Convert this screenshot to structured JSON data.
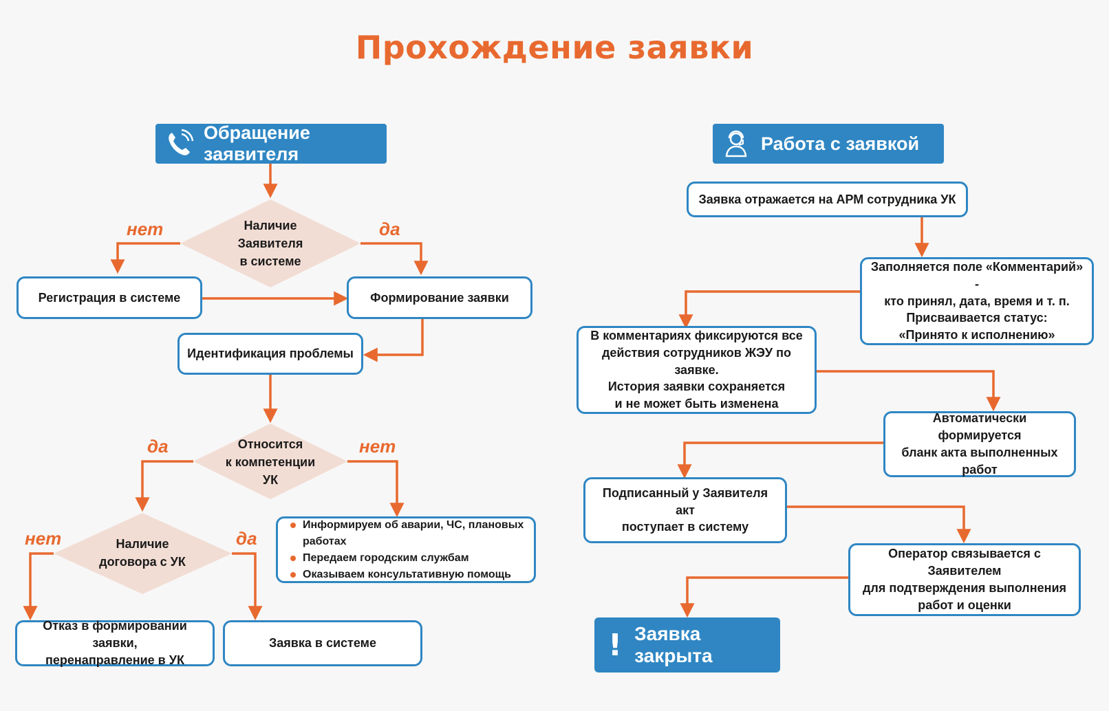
{
  "title": "Прохождение заявки",
  "colors": {
    "accent": "#e8692f",
    "blue": "#2f86c3",
    "diamond": "#f2ddd4",
    "arrow": "#e8692f"
  },
  "left": {
    "header": {
      "label": "Обращение заявителя",
      "icon": "phone-icon"
    },
    "d1": {
      "text": "Наличие\nЗаявителя\nв системе",
      "no": "нет",
      "yes": "да"
    },
    "registration": "Регистрация в системе",
    "formation": "Формирование заявки",
    "identification": "Идентификация проблемы",
    "d2": {
      "text": "Относится\nк компетенции\nУК",
      "yes": "да",
      "no": "нет"
    },
    "info_items": [
      "Информируем об аварии, ЧС, плановых работах",
      "Передаем городским службам",
      "Оказываем консультативную помощь"
    ],
    "d3": {
      "text": "Наличие\nдоговора с УК",
      "no": "нет",
      "yes": "да"
    },
    "refusal": "Отказ в формировании заявки,\nперенаправление в УК",
    "in_system": "Заявка в системе"
  },
  "right": {
    "header": {
      "label": "Работа с заявкой",
      "icon": "operator-icon"
    },
    "s1": "Заявка отражается на АРМ сотрудника УК",
    "s2": "Заполняется поле «Комментарий» -\nкто принял, дата, время и т. п.\nПрисваивается статус:\n«Принято к исполнению»",
    "s3": "В комментариях фиксируются все\nдействия сотрудников ЖЭУ по заявке.\nИстория заявки сохраняется\nи не может быть изменена",
    "s4": "Автоматически формируется\nбланк акта выполненных\nработ",
    "s5": "Подписанный у Заявителя акт\nпоступает в систему",
    "s6": "Оператор связывается с Заявителем\nдля подтверждения выполнения\nработ и оценки",
    "closed": {
      "label": "Заявка закрыта",
      "icon": "exclamation-icon"
    }
  }
}
